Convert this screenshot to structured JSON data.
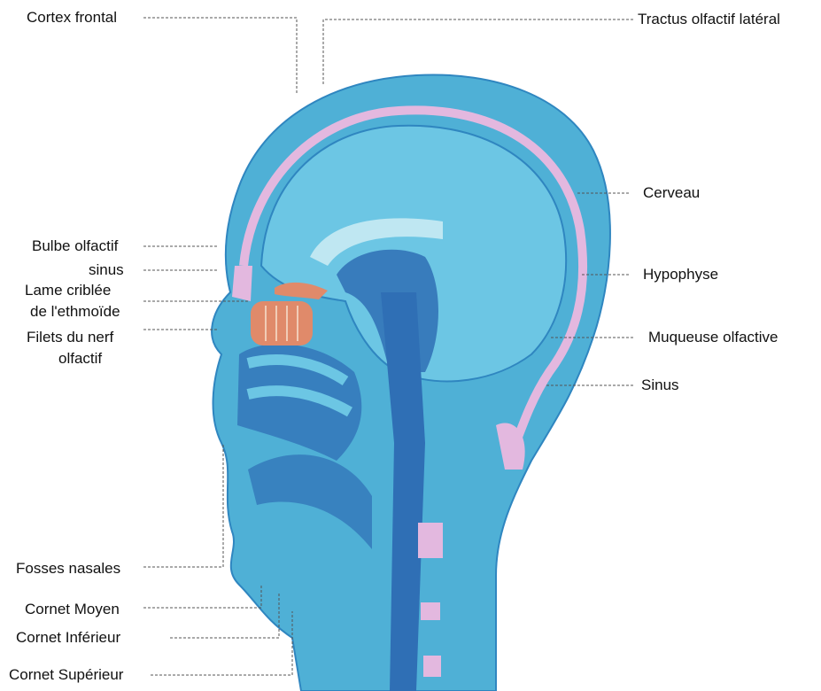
{
  "labels": {
    "cortex_frontal": "Cortex frontal",
    "tractus_olfactif_lateral": "Tractus olfactif latéral",
    "cerveau": "Cerveau",
    "bulbe_olfactif": "Bulbe olfactif",
    "sinus_left": "sinus",
    "lame_criblee_1": "Lame criblée",
    "lame_criblee_2": "de l'ethmoïde",
    "filets_1": "Filets du nerf",
    "filets_2": "olfactif",
    "hypophyse": "Hypophyse",
    "muqueuse_olfactive": "Muqueuse olfactive",
    "sinus_right": "Sinus",
    "fosses_nasales": "Fosses nasales",
    "cornet_moyen": "Cornet Moyen",
    "cornet_inferieur": "Cornet Inférieur",
    "cornet_superieur": "Cornet Supérieur"
  },
  "colors": {
    "skin": "#4fb0d6",
    "skin_dark": "#2f86c0",
    "brain": "#6cc6e4",
    "brain_light": "#bfe7f2",
    "membrane": "#e3b8df",
    "cavity": "#2f6fb5",
    "bulb": "#e08a6a"
  }
}
